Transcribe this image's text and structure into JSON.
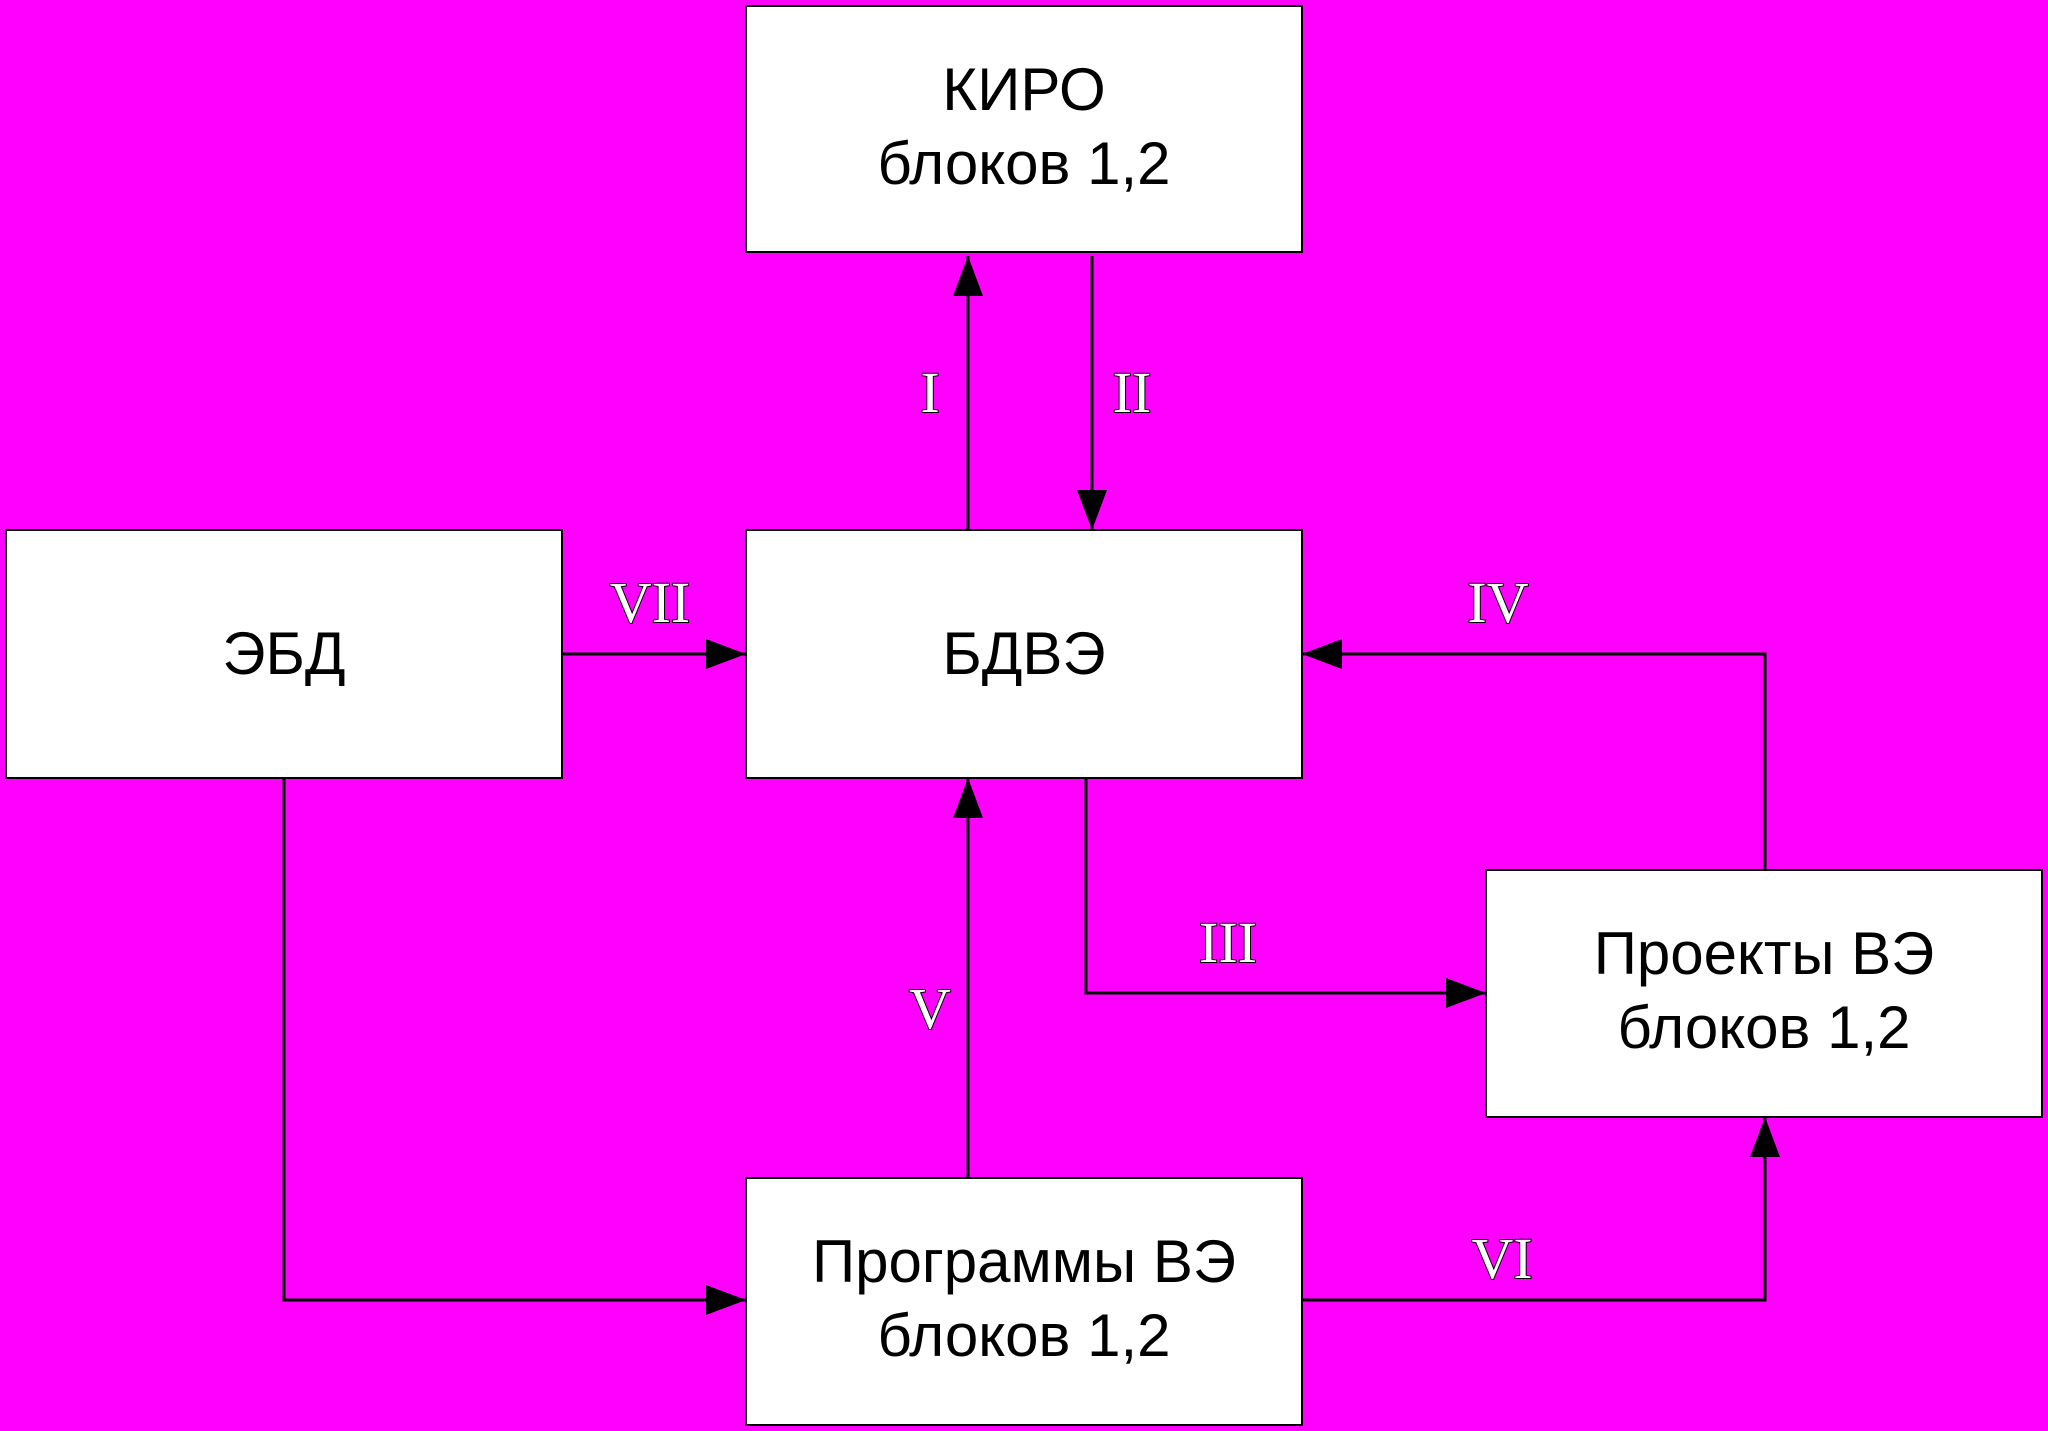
{
  "diagram": {
    "background": "#ff00ff",
    "nodes": [
      {
        "id": "kiro",
        "lines": [
          "КИРО",
          "блоков 1,2"
        ]
      },
      {
        "id": "ebd",
        "lines": [
          "ЭБД"
        ]
      },
      {
        "id": "bdve",
        "lines": [
          "БДВЭ"
        ]
      },
      {
        "id": "proekty",
        "lines": [
          "Проекты ВЭ",
          "блоков 1,2"
        ]
      },
      {
        "id": "programmy",
        "lines": [
          "Программы ВЭ",
          "блоков 1,2"
        ]
      }
    ],
    "edges": [
      {
        "label": "I",
        "from": "bdve",
        "to": "kiro"
      },
      {
        "label": "II",
        "from": "kiro",
        "to": "bdve"
      },
      {
        "label": "III",
        "from": "bdve",
        "to": "proekty"
      },
      {
        "label": "IV",
        "from": "proekty",
        "to": "bdve"
      },
      {
        "label": "V",
        "from": "programmy",
        "to": "bdve"
      },
      {
        "label": "VI",
        "from": "programmy",
        "to": "proekty"
      },
      {
        "label": "VII",
        "from": "ebd",
        "to": "bdve"
      },
      {
        "label": "",
        "from": "ebd",
        "to": "programmy"
      }
    ]
  }
}
